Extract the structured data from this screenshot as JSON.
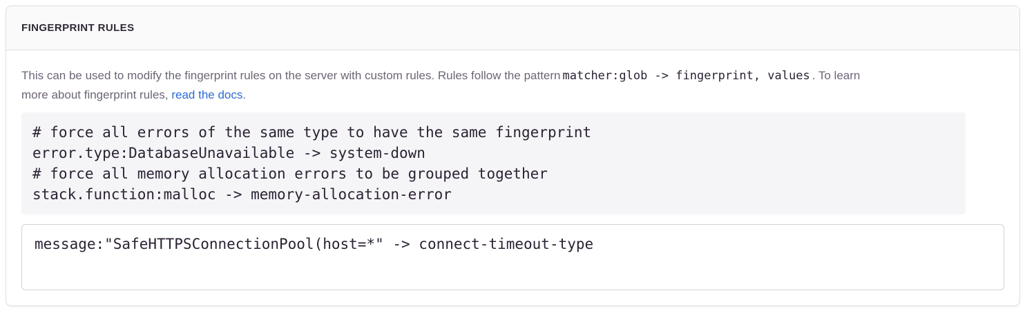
{
  "panel": {
    "header": {
      "title": "FINGERPRINT RULES"
    },
    "description": {
      "part1": "This can be used to modify the fingerprint rules on the server with custom rules. Rules follow the pattern",
      "pattern_code": "matcher:glob -> fingerprint, values",
      "part2": ". To learn more about fingerprint rules, ",
      "link_label": "read the docs",
      "part3": "."
    },
    "example": {
      "code": "# force all errors of the same type to have the same fingerprint\nerror.type:DatabaseUnavailable -> system-down\n# force all memory allocation errors to be grouped together\nstack.function:malloc -> memory-allocation-error"
    },
    "rules_input": {
      "value": "message:\"SafeHTTPSConnectionPool(host=*\" -> connect-timeout-type"
    }
  },
  "colors": {
    "panel_border": "#e0dce5",
    "header_bg": "#fafafa",
    "title_text": "#2f2936",
    "body_text": "#6e6576",
    "code_text": "#2b2233",
    "link": "#2c6cd6",
    "code_block_bg": "#f5f5f7",
    "input_border": "#d5cfdb"
  }
}
